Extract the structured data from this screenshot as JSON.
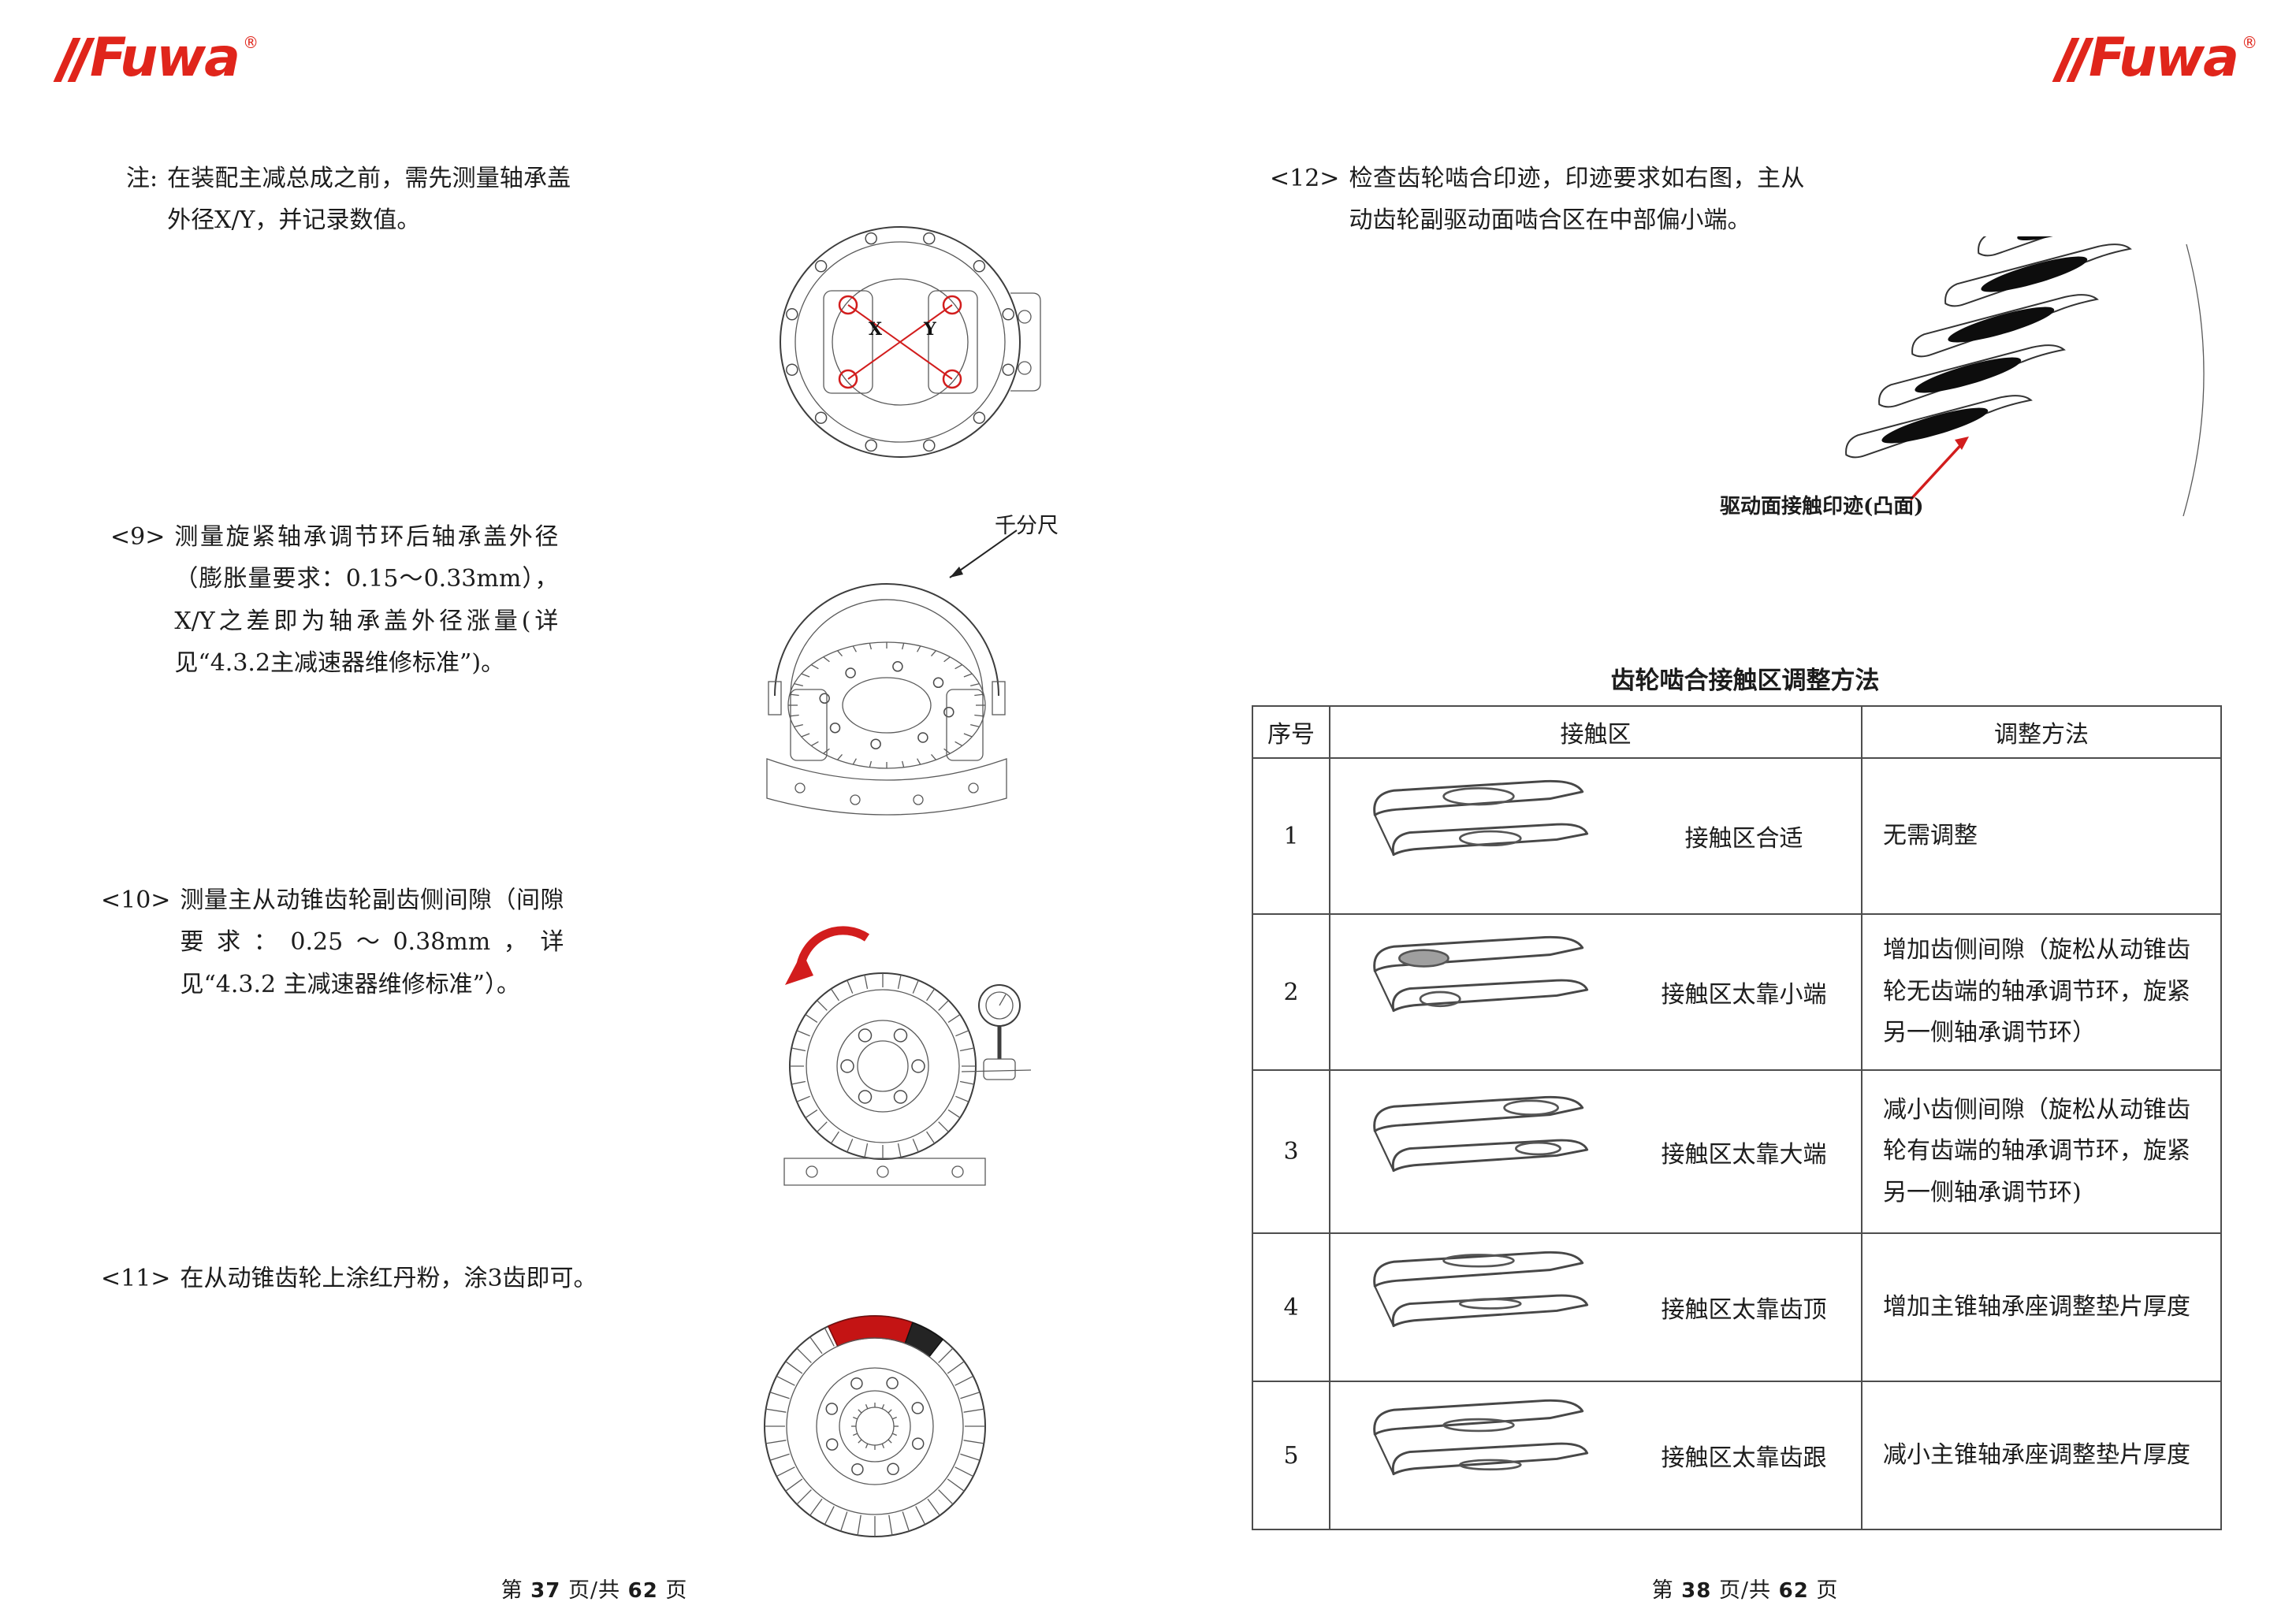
{
  "brand": {
    "name": "Fuwa",
    "registered": "®",
    "color": "#e0251b"
  },
  "left_page": {
    "note": {
      "tag": "注:",
      "text": "在装配主减总成之前，需先测量轴承盖外径X/Y，并记录数值。"
    },
    "steps": [
      {
        "tag": "<9>",
        "text": "测量旋紧轴承调节环后轴承盖外径（膨胀量要求：0.15～0.33mm），X/Y之差即为轴承盖外径涨量(详见“4.3.2主减速器维修标准”)。"
      },
      {
        "tag": "<10>",
        "text": "测量主从动锥齿轮副齿侧间隙（间隙要求：0.25～0.38mm，详见“4.3.2 主减速器维修标准”）。"
      },
      {
        "tag": "<11>",
        "text": "在从动锥齿轮上涂红丹粉，涂3齿即可。"
      }
    ],
    "figures": {
      "housing": {
        "label_x": "X",
        "label_y": "Y"
      },
      "micrometer": {
        "label": "千分尺"
      }
    },
    "footer": {
      "p1": "第",
      "page": "37",
      "p2": "页/共",
      "total": "62",
      "p3": "页"
    }
  },
  "right_page": {
    "step12": {
      "tag": "<12>",
      "text": "检查齿轮啮合印迹，印迹要求如右图，主从动齿轮副驱动面啮合区在中部偏小端。"
    },
    "figure_caption": "驱动面接触印迹(凸面)",
    "table": {
      "title": "齿轮啮合接触区调整方法",
      "headers": {
        "no": "序号",
        "contact": "接触区",
        "method": "调整方法"
      },
      "rows": [
        {
          "no": "1",
          "pattern": "center",
          "contact": "接触区合适",
          "method": "无需调整"
        },
        {
          "no": "2",
          "pattern": "small-end",
          "contact": "接触区太靠小端",
          "method": "增加齿侧间隙（旋松从动锥齿轮无齿端的轴承调节环，旋紧另一侧轴承调节环）"
        },
        {
          "no": "3",
          "pattern": "large-end",
          "contact": "接触区太靠大端",
          "method": "减小齿侧间隙（旋松从动锥齿轮有齿端的轴承调节环，旋紧另一侧轴承调节环)"
        },
        {
          "no": "4",
          "pattern": "tooth-top",
          "contact": "接触区太靠齿顶",
          "method": "增加主锥轴承座调整垫片厚度"
        },
        {
          "no": "5",
          "pattern": "tooth-root",
          "contact": "接触区太靠齿跟",
          "method": "减小主锥轴承座调整垫片厚度"
        }
      ]
    },
    "footer": {
      "p1": "第",
      "page": "38",
      "p2": "页/共",
      "total": "62",
      "p3": "页"
    }
  }
}
